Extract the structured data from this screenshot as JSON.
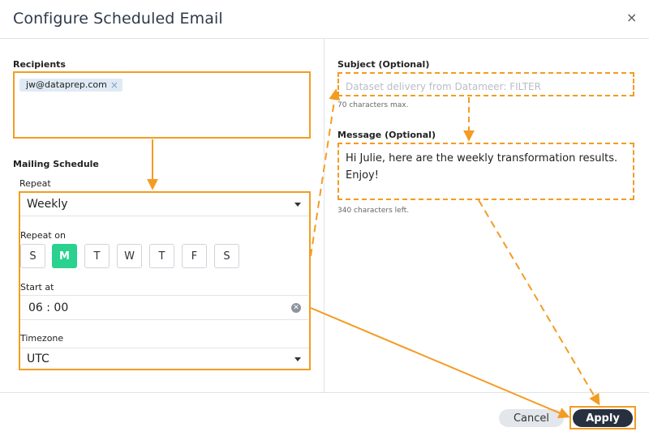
{
  "dialog": {
    "title": "Configure Scheduled Email",
    "close_icon": "×"
  },
  "recipients": {
    "label": "Recipients",
    "tags": [
      {
        "email": "jw@dataprep.com",
        "remove_icon": "×"
      }
    ]
  },
  "schedule": {
    "label": "Mailing Schedule",
    "repeat_label": "Repeat",
    "repeat_value": "Weekly",
    "repeat_on_label": "Repeat on",
    "days": [
      "S",
      "M",
      "T",
      "W",
      "T",
      "F",
      "S"
    ],
    "active_day": "M",
    "start_label": "Start at",
    "start_value": "06 : 00",
    "timezone_label": "Timezone",
    "timezone_value": "UTC"
  },
  "subject": {
    "label": "Subject (Optional)",
    "placeholder": "Dataset delivery from Datameer: FILTER",
    "hint": "70 characters max."
  },
  "message": {
    "label": "Message (Optional)",
    "value": "Hi Julie, here are the weekly transformation results. Enjoy!",
    "hint": "340 characters left."
  },
  "footer": {
    "cancel_label": "Cancel",
    "apply_label": "Apply"
  },
  "colors": {
    "highlight": "#f39c22",
    "active_day": "#2bd18f",
    "apply_bg": "#27303f"
  }
}
